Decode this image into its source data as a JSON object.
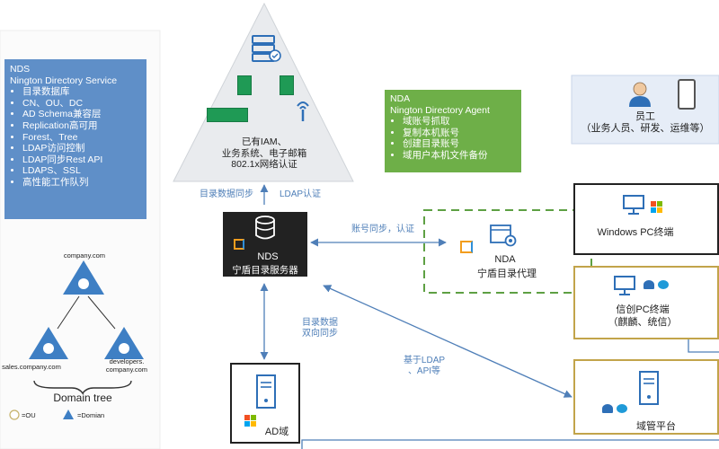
{
  "triangle": {
    "lines": [
      "已有IAM、",
      "业务系统、电子邮箱",
      "802.1x网络认证"
    ]
  },
  "nds_card": {
    "title": "NDS",
    "subtitle": "Nington Directory Service",
    "items": [
      "目录数据库",
      "CN、OU、DC",
      "AD Schema兼容层",
      "Replication高可用",
      "Forest、Tree",
      "LDAP访问控制",
      "LDAP同步Rest API",
      "LDAPS、SSL",
      "高性能工作队列"
    ]
  },
  "nda_card": {
    "title": "NDA",
    "subtitle": "Nington Directory Agent",
    "items": [
      "域账号抓取",
      "复制本机账号",
      "创建目录账号",
      "域用户本机文件备份"
    ]
  },
  "employee": {
    "title": "员工",
    "detail": "（业务人员、研发、运维等）"
  },
  "nds_server": {
    "name": "NDS",
    "label": "宁盾目录服务器"
  },
  "nda_agent": {
    "name": "NDA",
    "label": "宁盾目录代理"
  },
  "ad": {
    "label": "AD域"
  },
  "windows_pc": {
    "label": "Windows  PC终端"
  },
  "xinchuang_pc": {
    "label": "信创PC终端",
    "detail": "（麒麟、统信）"
  },
  "domain_platform": {
    "label": "域管平台"
  },
  "edges": {
    "dir_sync": "目录数据同步",
    "ldap_auth": "LDAP认证",
    "account_sync": "账号同步，认证",
    "bidirectional": [
      "目录数据",
      "双向同步"
    ],
    "ldap_api": [
      "基于LDAP",
      "、API等"
    ]
  },
  "domain_tree": {
    "root": "company.com",
    "left": "sales.company.com",
    "right": [
      "developers.",
      "company.com"
    ],
    "title": "Domain tree",
    "legend_ou": "=OU",
    "legend_domain": "=Domian"
  },
  "colors": {
    "nds_blue": "#5f8fc8",
    "nda_green": "#6eaf48",
    "arrow_blue": "#4f7fb8",
    "gold_border": "#c2a44a",
    "dark": "#222222",
    "icon_blue": "#2e6fb7"
  }
}
